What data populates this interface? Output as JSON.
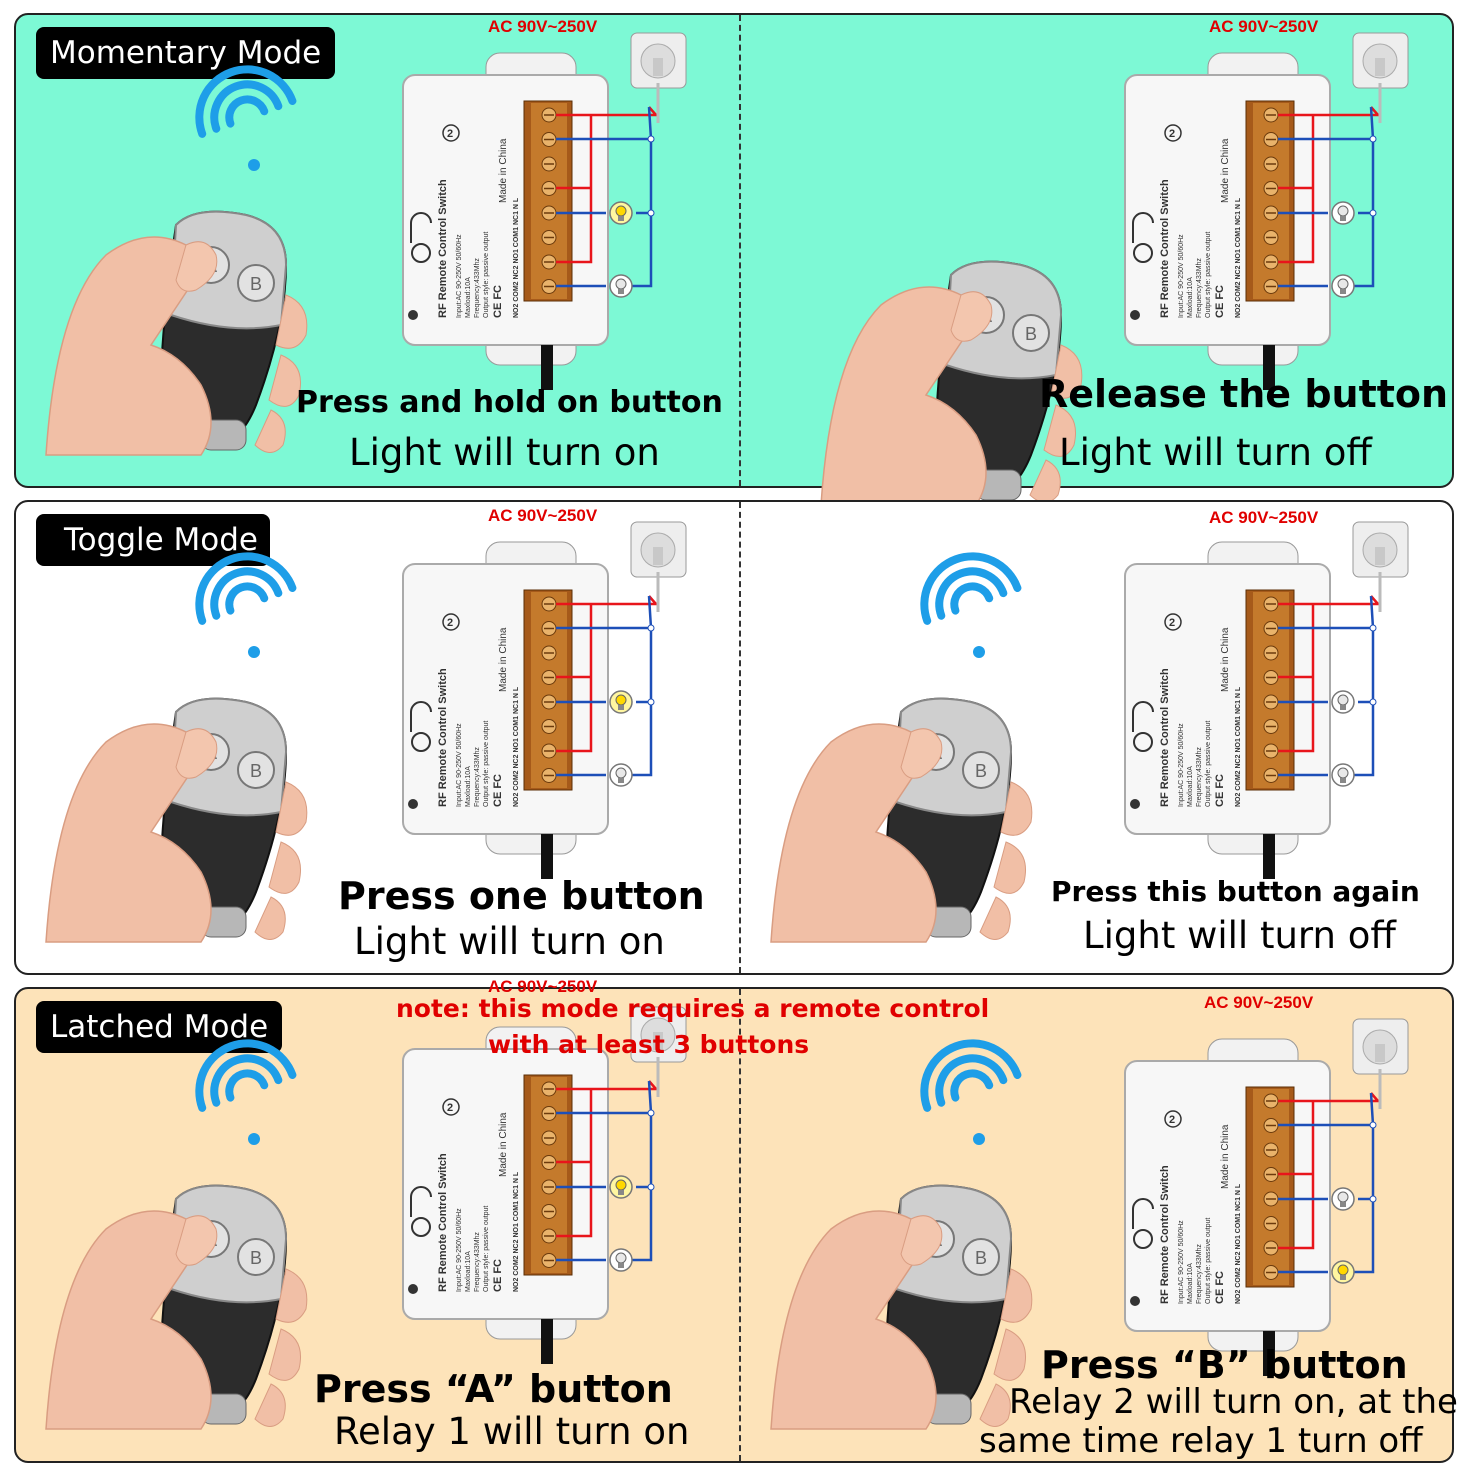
{
  "colors": {
    "momentary_bg": "#7df9d5",
    "toggle_bg": "#ffffff",
    "latched_bg": "#fde3b9",
    "wire_red": "#e8151b",
    "wire_blue": "#1d4fb8",
    "wifi": "#1e9ee8",
    "note_red": "#e00000"
  },
  "device": {
    "title": "RF Remote Control Switch",
    "spec_input": "Input:AC 90-250V 50/60Hz",
    "spec_maxload": "Maxload:10A",
    "spec_freq": "Frequency:433Mhz",
    "spec_output": "Output style: passive output",
    "made_in": "Made in China",
    "terminals": "NO2 COM2 NC2  NO1 COM1 NC1  N  L",
    "badge": "2",
    "cert": "CE FC"
  },
  "remote": {
    "button_a": "A",
    "button_b": "B"
  },
  "panels": {
    "momentary": {
      "mode": "Momentary Mode",
      "left": {
        "ac": "AC 90V~250V",
        "action": "Press and hold on button",
        "result": "Light will turn on"
      },
      "right": {
        "ac": "AC 90V~250V",
        "action": "Release the button",
        "result": "Light will turn off"
      }
    },
    "toggle": {
      "mode": "Toggle Mode",
      "left": {
        "ac": "AC 90V~250V",
        "action": "Press one button",
        "result": "Light will turn on"
      },
      "right": {
        "ac": "AC 90V~250V",
        "action": "Press this button again",
        "result": "Light will turn off"
      }
    },
    "latched": {
      "mode": "Latched Mode",
      "note_line1": "note: this mode requires a remote control",
      "note_line2": "with  at least 3 buttons",
      "left": {
        "ac": "AC 90V~250V",
        "action": "Press  “A”  button",
        "result": "Relay 1 will turn on"
      },
      "right": {
        "ac": "AC 90V~250V",
        "action": "Press  “B”  button",
        "result_line1": "Relay 2 will turn on, at the",
        "result_line2": "same time relay 1 turn off"
      }
    }
  }
}
